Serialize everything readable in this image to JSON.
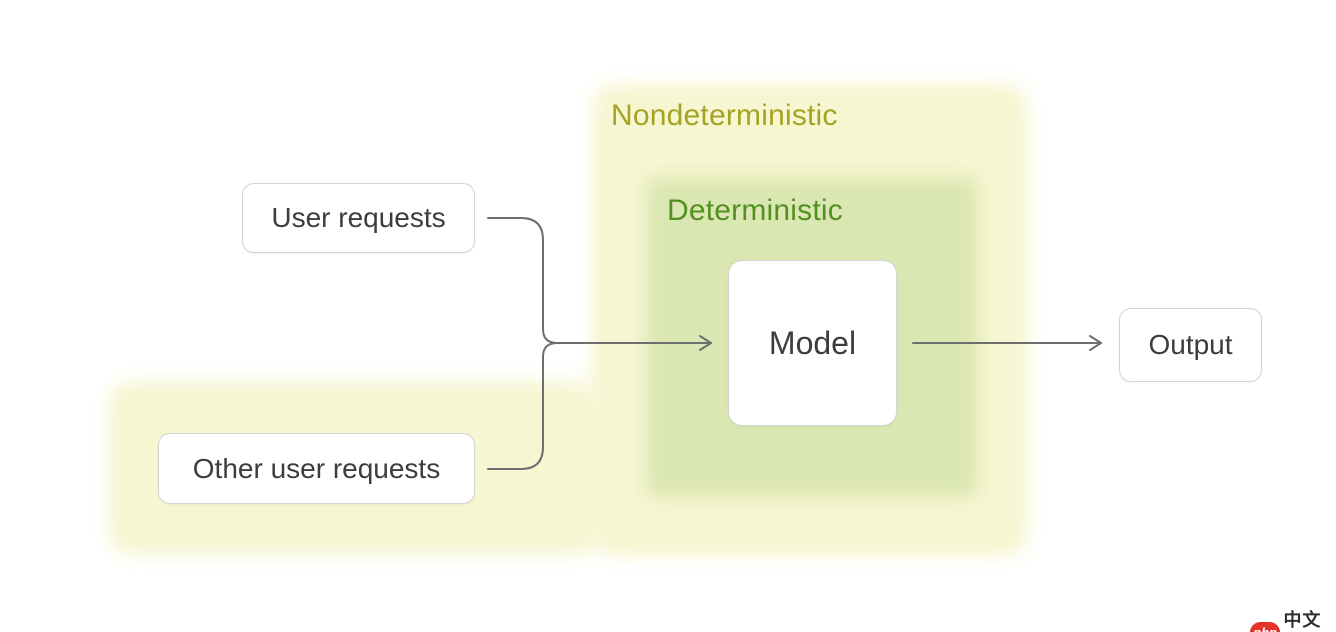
{
  "diagram": {
    "regions": {
      "nondeterministic": {
        "label": "Nondeterministic",
        "fill": "#f6f6d1",
        "label_color": "#a6a324"
      },
      "deterministic": {
        "label": "Deterministic",
        "fill": "#dbe7b2",
        "label_color": "#52911f"
      }
    },
    "nodes": {
      "user_requests": {
        "label": "User requests"
      },
      "other_user_requests": {
        "label": "Other user requests"
      },
      "model": {
        "label": "Model"
      },
      "output": {
        "label": "Output"
      }
    },
    "connections": [
      {
        "from": "user_requests",
        "to": "model"
      },
      {
        "from": "other_user_requests",
        "to": "model"
      },
      {
        "from": "model",
        "to": "output"
      }
    ],
    "line_color": "#6e6e6e"
  },
  "watermark": {
    "badge": "php",
    "site": "中文网",
    "badge_color": "#e5352b"
  }
}
